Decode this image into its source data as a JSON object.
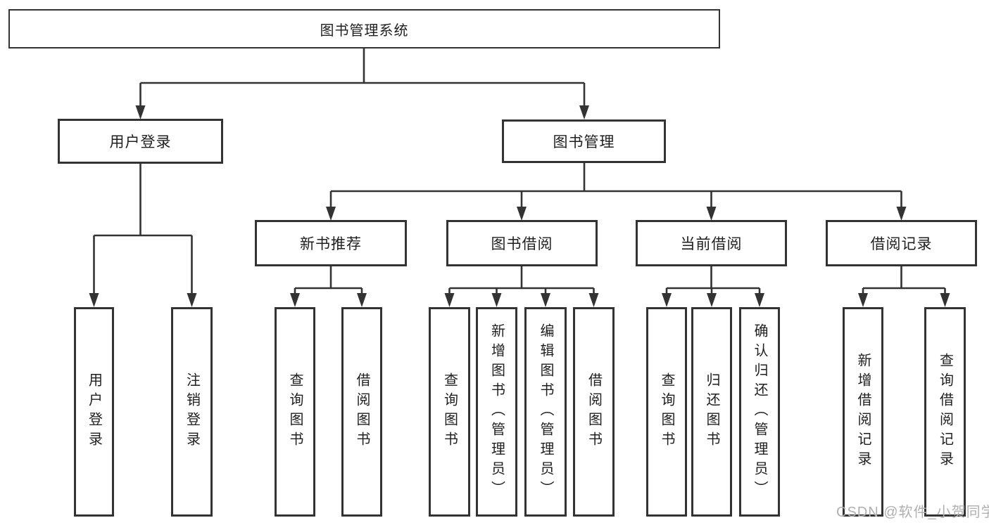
{
  "tree": {
    "root": "图书管理系统",
    "children": [
      {
        "label": "用户登录",
        "children": [
          "用户登录",
          "注销登录"
        ]
      },
      {
        "label": "图书管理",
        "children": [
          {
            "label": "新书推荐",
            "children": [
              "查询图书",
              "借阅图书"
            ]
          },
          {
            "label": "图书借阅",
            "children": [
              "查询图书",
              "新增图书（管理员）",
              "编辑图书（管理员）",
              "借阅图书"
            ]
          },
          {
            "label": "当前借阅",
            "children": [
              "查询图书",
              "归还图书",
              "确认归还（管理员）"
            ]
          },
          {
            "label": "借阅记录",
            "children": [
              "新增借阅记录",
              "查询借阅记录"
            ]
          }
        ]
      }
    ]
  },
  "watermark": "CSDN @软件_小贺同学",
  "colors": {
    "line": "#333333",
    "box_border": "#333333",
    "box_fill": "#ffffff",
    "text": "#1f1f1f",
    "watermark": "#b0b0b0",
    "background": "#ffffff"
  }
}
